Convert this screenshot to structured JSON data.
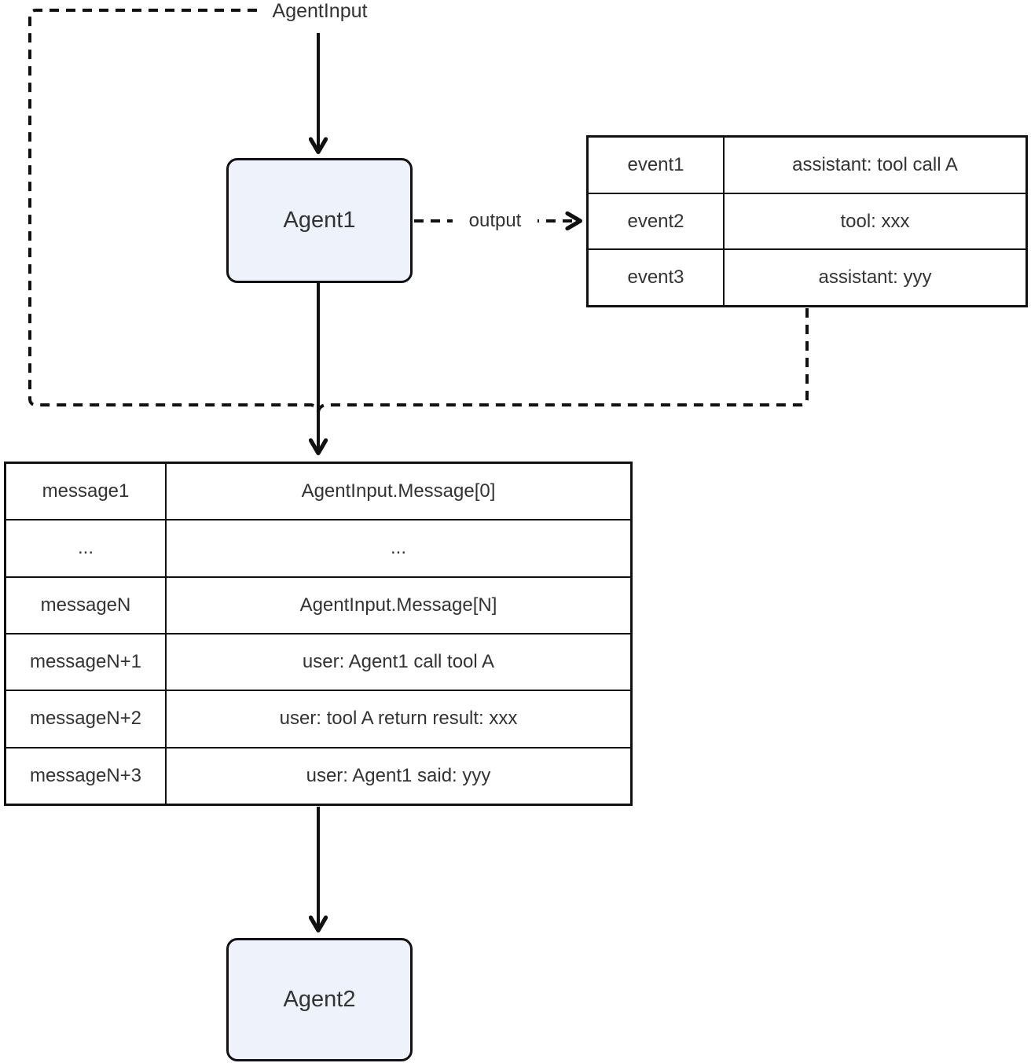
{
  "labels": {
    "agent_input": "AgentInput",
    "output": "output"
  },
  "nodes": {
    "agent1": "Agent1",
    "agent2": "Agent2"
  },
  "events_table": {
    "rows": [
      {
        "key": "event1",
        "value": "assistant: tool call A"
      },
      {
        "key": "event2",
        "value": "tool: xxx"
      },
      {
        "key": "event3",
        "value": "assistant: yyy"
      }
    ]
  },
  "messages_table": {
    "rows": [
      {
        "key": "message1",
        "value": "AgentInput.Message[0]"
      },
      {
        "key": "...",
        "value": "..."
      },
      {
        "key": "messageN",
        "value": "AgentInput.Message[N]"
      },
      {
        "key": "messageN+1",
        "value": "user: Agent1 call tool A"
      },
      {
        "key": "messageN+2",
        "value": "user: tool A return result: xxx"
      },
      {
        "key": "messageN+3",
        "value": "user: Agent1 said: yyy"
      }
    ]
  },
  "colors": {
    "node_fill": "#edf2fb",
    "line": "#111111",
    "text": "#333333",
    "background": "#ffffff"
  }
}
